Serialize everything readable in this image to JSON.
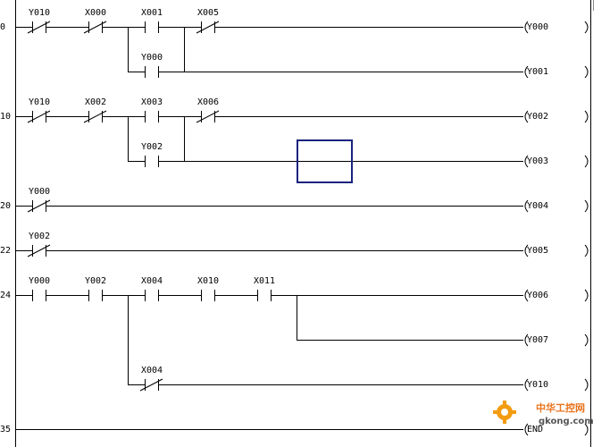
{
  "cursor_box_color": "#1a237e",
  "rungs": [
    {
      "step": "0",
      "contacts": [
        {
          "label": "Y010",
          "type": "nc"
        },
        {
          "label": "X000",
          "type": "nc"
        },
        {
          "label": "X001",
          "type": "no"
        },
        {
          "label": "X005",
          "type": "nc"
        },
        {
          "label": "Y000",
          "type": "no"
        }
      ],
      "coils": [
        "Y000",
        "Y001"
      ]
    },
    {
      "step": "10",
      "contacts": [
        {
          "label": "Y010",
          "type": "nc"
        },
        {
          "label": "X002",
          "type": "nc"
        },
        {
          "label": "X003",
          "type": "no"
        },
        {
          "label": "X006",
          "type": "nc"
        },
        {
          "label": "Y002",
          "type": "no"
        }
      ],
      "coils": [
        "Y002",
        "Y003"
      ]
    },
    {
      "step": "20",
      "contacts": [
        {
          "label": "Y000",
          "type": "nc"
        }
      ],
      "coils": [
        "Y004"
      ]
    },
    {
      "step": "22",
      "contacts": [
        {
          "label": "Y002",
          "type": "nc"
        }
      ],
      "coils": [
        "Y005"
      ]
    },
    {
      "step": "24",
      "contacts": [
        {
          "label": "Y000",
          "type": "no"
        },
        {
          "label": "Y002",
          "type": "no"
        },
        {
          "label": "X004",
          "type": "no"
        },
        {
          "label": "X010",
          "type": "no"
        },
        {
          "label": "X011",
          "type": "no"
        },
        {
          "label": "X004",
          "type": "nc"
        }
      ],
      "coils": [
        "Y006",
        "Y007",
        "Y010"
      ]
    },
    {
      "step": "35",
      "contacts": [],
      "coils": [
        "END"
      ]
    }
  ],
  "watermark": {
    "cn": "中华工控网",
    "en": "gkong.com"
  }
}
